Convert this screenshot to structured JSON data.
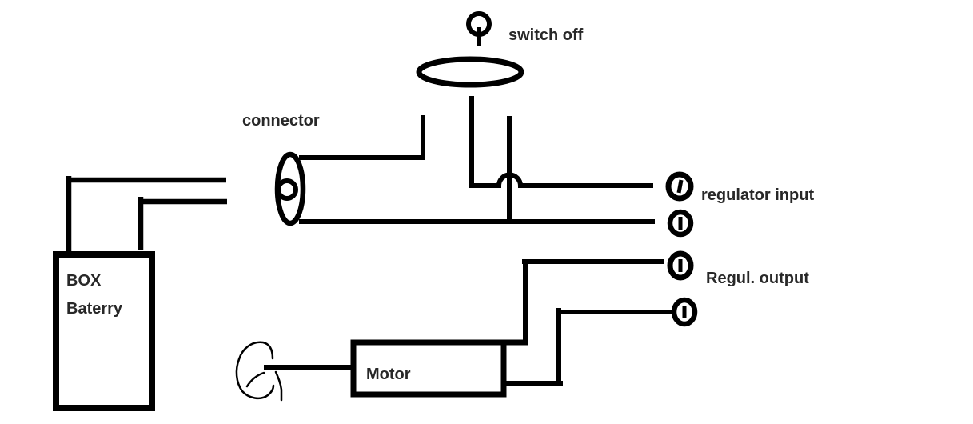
{
  "app": {
    "background_color": "#ffffff",
    "ink_color": "#000000",
    "text_color": "#282828"
  },
  "diagram": {
    "labels": {
      "switch_off": "switch off",
      "connector": "connector",
      "regulator_input": "regulator input",
      "regulator_output": "Regul. output",
      "battery_line1": "BOX",
      "battery_line2": "Baterry",
      "motor": "Motor"
    }
  }
}
